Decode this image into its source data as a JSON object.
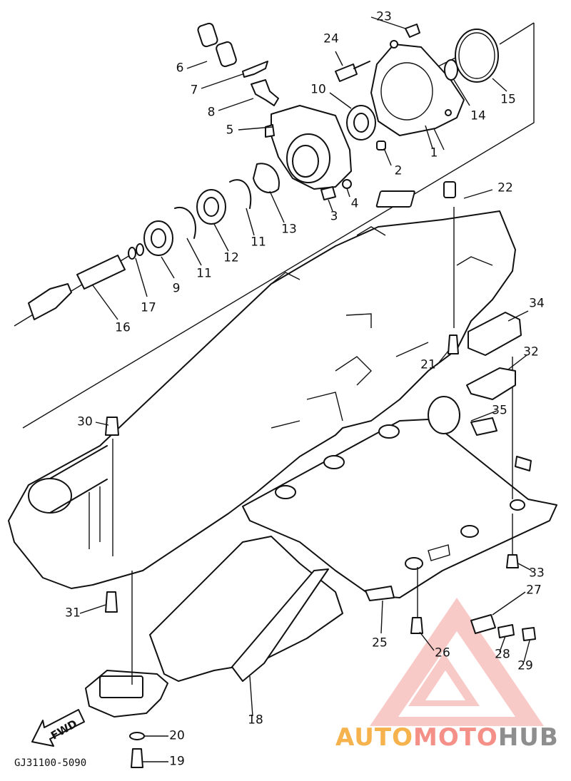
{
  "callouts": [
    {
      "id": "23",
      "text": "23"
    },
    {
      "id": "24",
      "text": "24"
    },
    {
      "id": "6",
      "text": "6"
    },
    {
      "id": "7",
      "text": "7"
    },
    {
      "id": "8",
      "text": "8"
    },
    {
      "id": "10",
      "text": "10"
    },
    {
      "id": "14",
      "text": "14"
    },
    {
      "id": "15",
      "text": "15"
    },
    {
      "id": "5",
      "text": "5"
    },
    {
      "id": "1",
      "text": "1"
    },
    {
      "id": "2",
      "text": "2"
    },
    {
      "id": "4",
      "text": "4"
    },
    {
      "id": "3",
      "text": "3"
    },
    {
      "id": "13",
      "text": "13"
    },
    {
      "id": "11a",
      "text": "11"
    },
    {
      "id": "12",
      "text": "12"
    },
    {
      "id": "11b",
      "text": "11"
    },
    {
      "id": "9",
      "text": "9"
    },
    {
      "id": "17",
      "text": "17"
    },
    {
      "id": "16",
      "text": "16"
    },
    {
      "id": "22",
      "text": "22"
    },
    {
      "id": "34",
      "text": "34"
    },
    {
      "id": "21",
      "text": "21"
    },
    {
      "id": "32",
      "text": "32"
    },
    {
      "id": "35",
      "text": "35"
    },
    {
      "id": "30",
      "text": "30"
    },
    {
      "id": "33",
      "text": "33"
    },
    {
      "id": "27",
      "text": "27"
    },
    {
      "id": "31",
      "text": "31"
    },
    {
      "id": "25",
      "text": "25"
    },
    {
      "id": "26",
      "text": "26"
    },
    {
      "id": "28",
      "text": "28"
    },
    {
      "id": "29",
      "text": "29"
    },
    {
      "id": "18",
      "text": "18"
    },
    {
      "id": "20",
      "text": "20"
    },
    {
      "id": "19",
      "text": "19"
    }
  ],
  "diagram_code": "GJ31100-5090",
  "fwd_label": "FWD",
  "watermark": {
    "part1": "AUTO",
    "part2": "MOTO",
    "part3": "HUB"
  }
}
